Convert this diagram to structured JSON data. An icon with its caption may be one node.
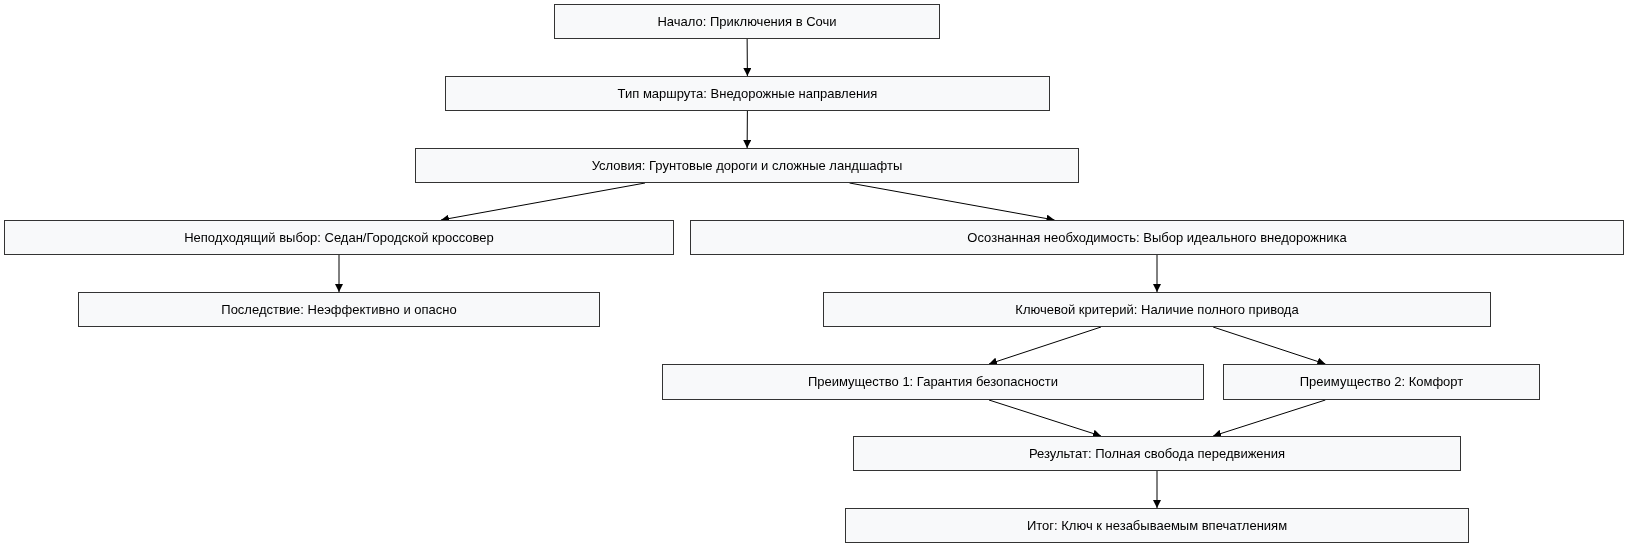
{
  "diagram": {
    "nodes": [
      {
        "text": [
          "Начало: Приключения в Сочи"
        ]
      },
      {
        "text": [
          "Тип маршрута: Внедорожные направления"
        ]
      },
      {
        "text": [
          "Условия: Грунтовые дороги и сложные ландшафты"
        ]
      },
      {
        "text": [
          "Неподходящий выбор: Седан/Городской кроссовер"
        ]
      },
      {
        "text": [
          "Осознанная необходимость: Выбор идеального внедорожника"
        ]
      },
      {
        "text": [
          "Последствие: Неэффективно и опасно"
        ]
      },
      {
        "text": [
          "Ключевой критерий: Наличие полного привода"
        ]
      },
      {
        "text": [
          "Преимущество 1: Гарантия безопасности"
        ]
      },
      {
        "text": [
          "Преимущество 2: Комфорт"
        ]
      },
      {
        "text": [
          "Результат: Полная свобода передвижения"
        ]
      },
      {
        "text": [
          "Итог: Ключ к незабываемым впечатлениям"
        ]
      }
    ],
    "edges": [
      {
        "from": 0,
        "to": 1,
        "arrow": "to"
      },
      {
        "from": 1,
        "to": 2,
        "arrow": "to"
      },
      {
        "from": 2,
        "to": 3,
        "arrow": "to"
      },
      {
        "from": 2,
        "to": 4,
        "arrow": "to"
      },
      {
        "from": 3,
        "to": 5,
        "arrow": "to"
      },
      {
        "from": 4,
        "to": 6,
        "arrow": "to"
      },
      {
        "from": 6,
        "to": 7,
        "arrow": "to"
      },
      {
        "from": 6,
        "to": 8,
        "arrow": "to"
      },
      {
        "from": 7,
        "to": 9,
        "arrow": "to"
      },
      {
        "from": 8,
        "to": 9,
        "arrow": "to"
      },
      {
        "from": 9,
        "to": 10,
        "arrow": "to"
      }
    ]
  }
}
